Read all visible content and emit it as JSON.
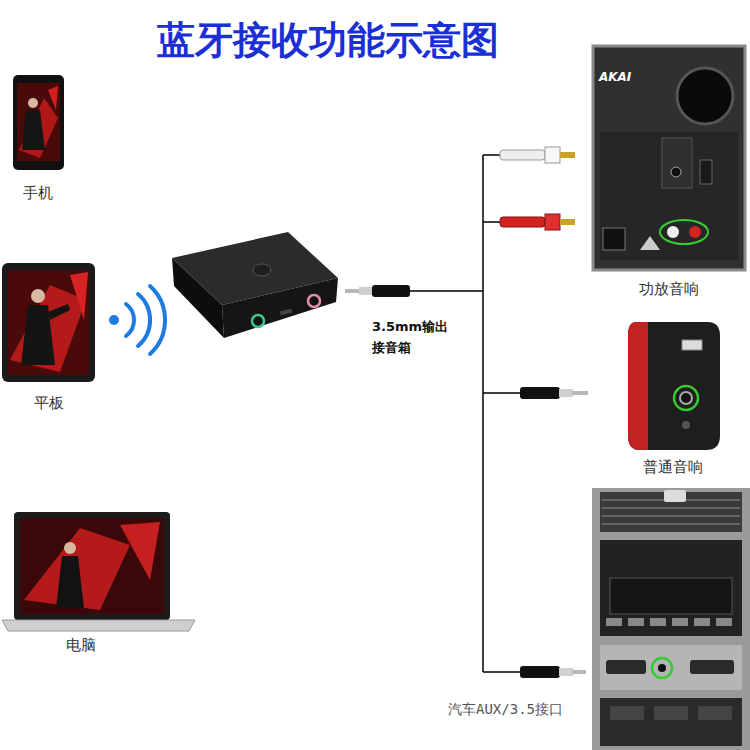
{
  "diagram": {
    "title": "蓝牙接收功能示意图",
    "nodes": [
      {
        "text": [
          "手机"
        ]
      },
      {
        "text": [
          "平板"
        ]
      },
      {
        "text": [
          "电脑"
        ]
      },
      {
        "text": [
          "功放音响"
        ]
      },
      {
        "text": [
          "普通音响"
        ]
      },
      {
        "text": [
          "汽车AUX/3.5接口"
        ]
      }
    ],
    "labels": [
      "3.5mm输出 接音箱",
      "AKAI"
    ]
  }
}
